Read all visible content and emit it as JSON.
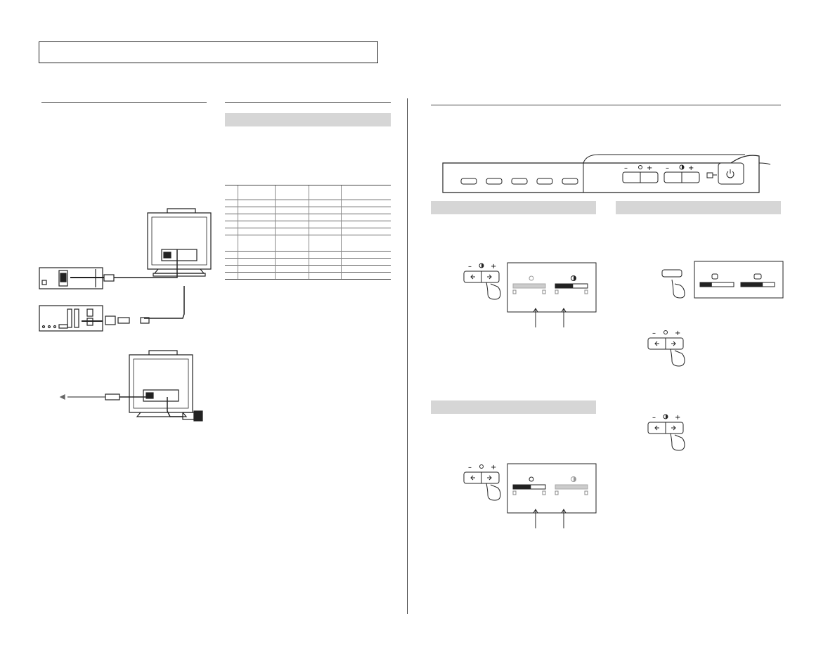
{
  "icons": {
    "brightness": "sun-icon",
    "contrast": "half-circle-icon",
    "power": "power-icon",
    "left_arrow": "left-arrow-icon",
    "right_arrow": "right-arrow-icon"
  },
  "control_panel": {
    "minus": "–",
    "plus": "+",
    "menu_buttons": 5
  },
  "osd": {
    "contrast_adjust": {
      "brightness_level": 0.0,
      "contrast_level": 0.55
    },
    "brightness_adjust": {
      "brightness_level": 0.55,
      "contrast_level": 0.0
    },
    "size_adjust": {
      "left_level": 0.35,
      "right_level": 0.65
    }
  },
  "spec_table": {
    "rows": 12,
    "columns": 5
  }
}
